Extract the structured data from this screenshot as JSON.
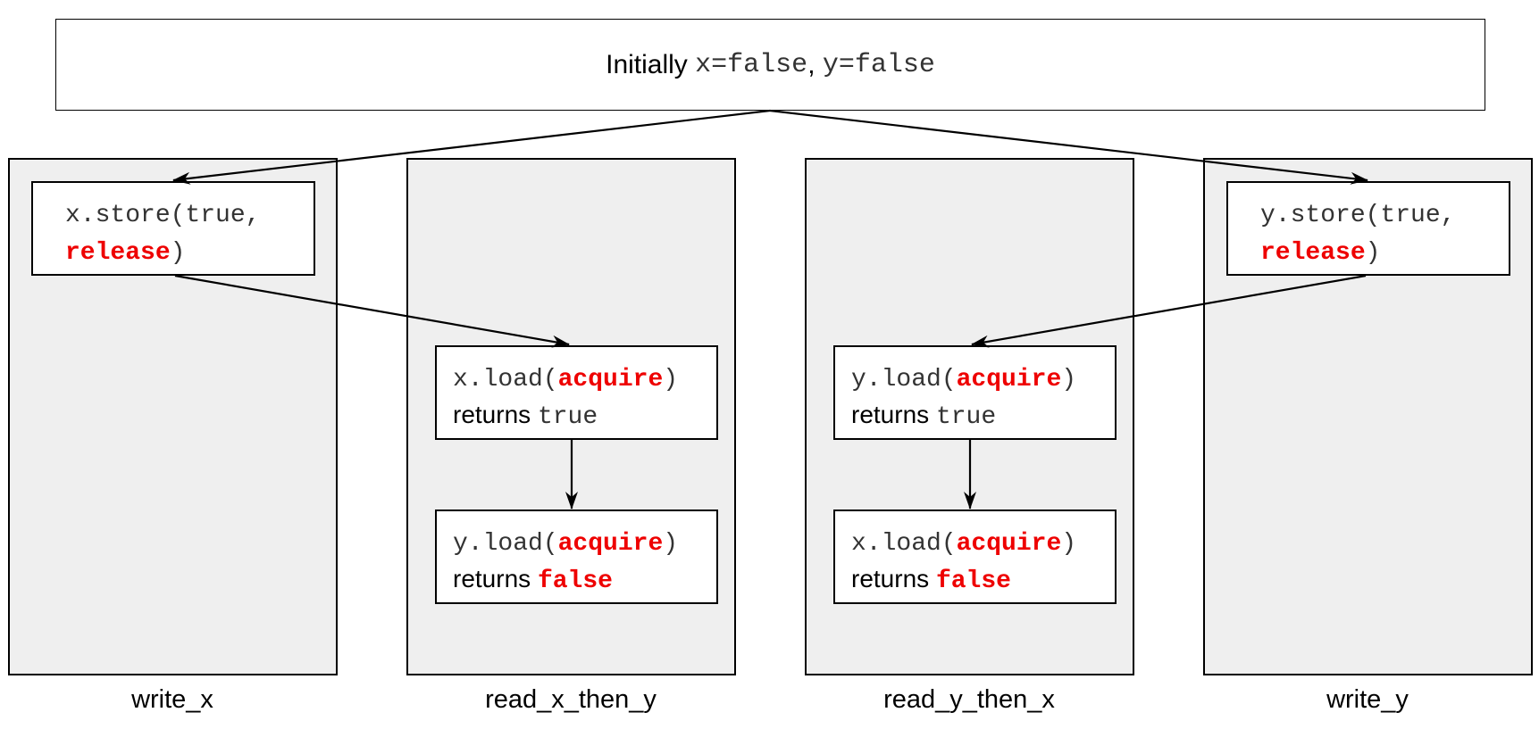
{
  "initial": {
    "prefix": "Initially",
    "x_state": "x=false",
    "separator": ", ",
    "y_state": "y=false"
  },
  "threads": [
    {
      "name": "write_x"
    },
    {
      "name": "read_x_then_y"
    },
    {
      "name": "read_y_then_x"
    },
    {
      "name": "write_y"
    }
  ],
  "ops": {
    "x_store": {
      "code": "x.store(true,",
      "order": "release",
      "close": ")"
    },
    "y_store": {
      "code": "y.store(true,",
      "order": "release",
      "close": ")"
    },
    "x_load_1": {
      "code": "x.load(",
      "order": "acquire",
      "close": ")",
      "returns": "returns",
      "result": "true"
    },
    "y_load_1": {
      "code": "y.load(",
      "order": "acquire",
      "close": ")",
      "returns": "returns",
      "result": "false"
    },
    "y_load_2": {
      "code": "y.load(",
      "order": "acquire",
      "close": ")",
      "returns": "returns",
      "result": "true"
    },
    "x_load_2": {
      "code": "x.load(",
      "order": "acquire",
      "close": ")",
      "returns": "returns",
      "result": "false"
    }
  },
  "colors": {
    "keyword": "#ee0000",
    "column_fill": "#efefef",
    "border": "#000000"
  }
}
